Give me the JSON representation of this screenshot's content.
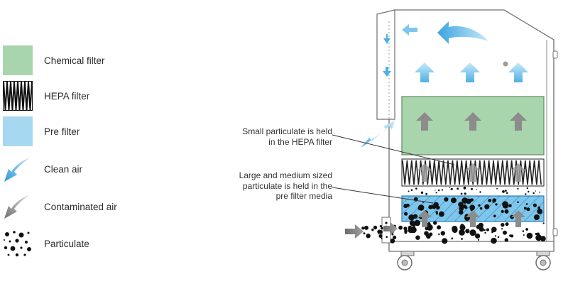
{
  "legend": {
    "chemical_filter": {
      "label": "Chemical filter",
      "color": "#a9d5ad"
    },
    "hepa_filter": {
      "label": "HEPA filter",
      "icon": "zigzag-pattern"
    },
    "pre_filter": {
      "label": "Pre filter",
      "color": "#a7d8f2"
    },
    "clean_air": {
      "label": "Clean air",
      "icon": "blue-curved-arrow",
      "color": "#4fb0e3"
    },
    "contaminated_air": {
      "label": "Contaminated air",
      "icon": "grey-curved-arrow",
      "color": "#8c8c8c"
    },
    "particulate": {
      "label": "Particulate",
      "icon": "black-dots"
    }
  },
  "callouts": {
    "small": {
      "line1": "Small particulate is held",
      "line2": "in the HEPA filter"
    },
    "large": {
      "line1": "Large and medium sized",
      "line2": "particulate is held in the",
      "line3": "pre filter media"
    }
  },
  "colors": {
    "chemical_green": "#a9d5ad",
    "pre_filter_blue": "#7fc6ec",
    "clean_air_blue": "#4fb0e3",
    "contaminated_grey": "#8c8c8c",
    "outline": "#6f6f6f"
  }
}
